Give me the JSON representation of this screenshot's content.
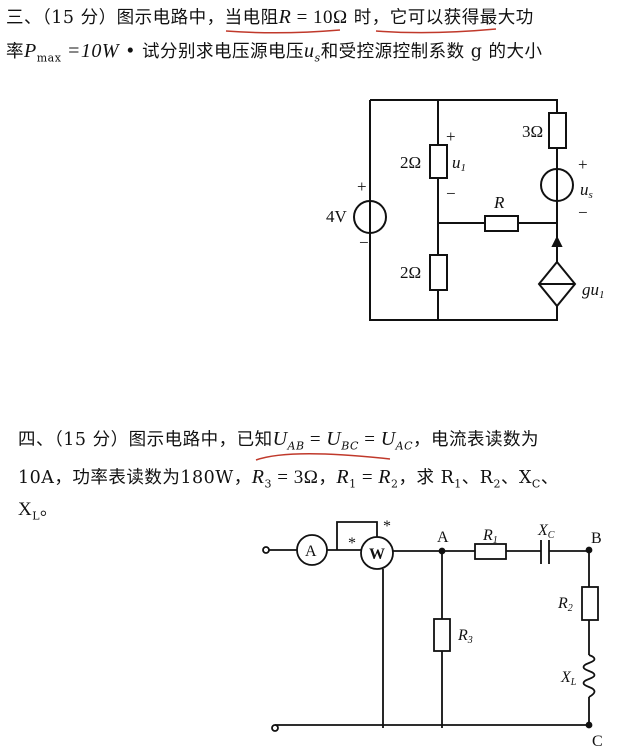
{
  "problem3": {
    "line1": [
      "三、（15 分）图示电路中，当",
      "电阻",
      "R",
      " = 10Ω",
      " 时，",
      "它可以获得最大功"
    ],
    "line2": [
      "率",
      "P",
      "max",
      " =10W",
      " • 试分别求电压源电压",
      "u",
      "s",
      "和受控源控制系数 g 的大小"
    ],
    "circuit": {
      "source_label": "4V",
      "plus": "+",
      "minus": "−",
      "r_top": "2Ω",
      "r_bottom": "2Ω",
      "r_right": "3Ω",
      "r_load": "R",
      "u1": "u",
      "u1_sub": "1",
      "us": "u",
      "us_sub": "s",
      "dep_source": "gu",
      "dep_source_sub": "1"
    }
  },
  "problem4": {
    "line1": [
      "四、（15 分）图示电路中，已知",
      "U",
      "AB",
      " = ",
      "U",
      "BC",
      " = ",
      "U",
      "AC",
      "，电流表读数为"
    ],
    "line2": [
      "10A，功率表读数为180W，",
      "R",
      "3",
      " = 3Ω",
      "，",
      "R",
      "1",
      " = ",
      "R",
      "2",
      "，求 R",
      "1",
      "、R",
      "2",
      "、X",
      "C",
      "、"
    ],
    "line3": [
      "X",
      "L",
      "。"
    ],
    "circuit": {
      "ammeter": "A",
      "wattmeter": "W",
      "star": "*",
      "node_a": "A",
      "node_b": "B",
      "node_c": "C",
      "r1": "R",
      "r1_sub": "1",
      "xc": "X",
      "xc_sub": "C",
      "r2": "R",
      "r2_sub": "2",
      "r3": "R",
      "r3_sub": "3",
      "xl": "X",
      "xl_sub": "L"
    }
  },
  "colors": {
    "ink": "#111111",
    "underline": "#c0392b"
  }
}
